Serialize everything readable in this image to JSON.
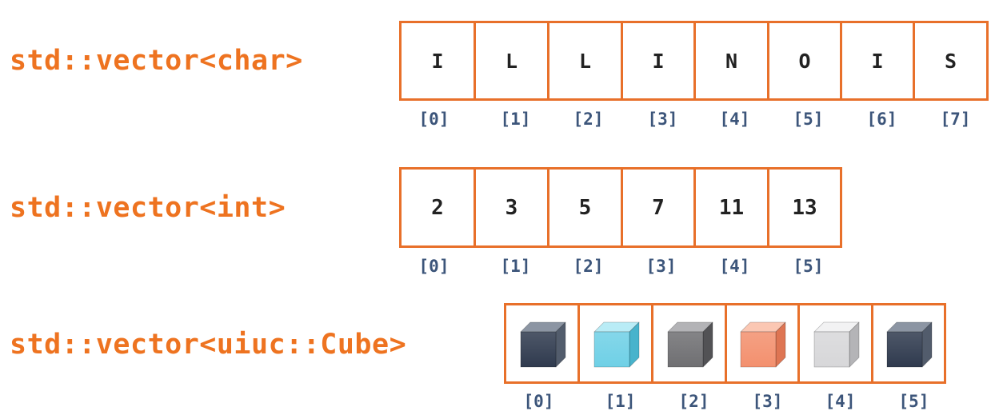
{
  "rows": [
    {
      "label": "std::vector<char>",
      "elements": [
        "I",
        "L",
        "L",
        "I",
        "N",
        "O",
        "I",
        "S"
      ],
      "indices": [
        "[0]",
        "[1]",
        "[2]",
        "[3]",
        "[4]",
        "[5]",
        "[6]",
        "[7]"
      ]
    },
    {
      "label": "std::vector<int>",
      "elements": [
        "2",
        "3",
        "5",
        "7",
        "11",
        "13"
      ],
      "indices": [
        "[0]",
        "[1]",
        "[2]",
        "[3]",
        "[4]",
        "[5]"
      ]
    },
    {
      "label": "std::vector<uiuc::Cube>",
      "cubes": [
        {
          "name": "dark-slate-cube-icon",
          "front": "#2f3a4e",
          "top": "#8c95a3",
          "side": "#525c6c"
        },
        {
          "name": "light-blue-cube-icon",
          "front": "#6fd0e6",
          "top": "#b9ecf6",
          "side": "#48b3cc"
        },
        {
          "name": "gray-cube-icon",
          "front": "#6f6f72",
          "top": "#b3b3b6",
          "side": "#525255"
        },
        {
          "name": "salmon-cube-icon",
          "front": "#f3906e",
          "top": "#fbc7b3",
          "side": "#de7553"
        },
        {
          "name": "light-gray-cube-icon",
          "front": "#d7d7d9",
          "top": "#f2f2f3",
          "side": "#b4b4b7"
        },
        {
          "name": "dark-slate-cube-icon",
          "front": "#2f3a4e",
          "top": "#8c95a3",
          "side": "#525c6c"
        }
      ],
      "indices": [
        "[0]",
        "[1]",
        "[2]",
        "[3]",
        "[4]",
        "[5]"
      ]
    }
  ]
}
